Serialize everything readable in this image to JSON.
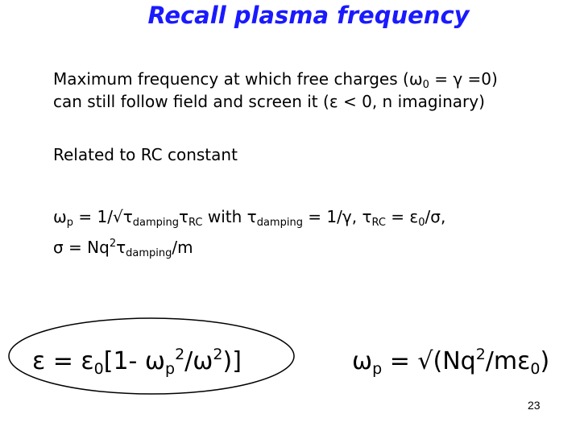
{
  "slide": {
    "title": "Recall plasma frequency",
    "line1": {
      "a": "Maximum frequency at which free charges (ω",
      "sub": "0",
      "b": " = γ =0)"
    },
    "line2": "can still follow field and screen it (ε < 0, n imaginary)",
    "line3": "Related to RC constant",
    "line4": {
      "w": "ω",
      "p": "p",
      "eq": " = 1/√τ",
      "damping1": "damping",
      "tau": "τ",
      "rc1": "RC",
      "with": "  with τ",
      "damping2": "damping",
      "mid": " = 1/γ, τ",
      "rc2": "RC",
      "eq2": " = ε",
      "zero": "0",
      "tail": "/σ,"
    },
    "line5": {
      "a": "σ = Nq",
      "two": "2",
      "tau": "τ",
      "damping": "damping",
      "tail": "/m"
    },
    "eq1": {
      "a": "ε = ε",
      "zero": "0",
      "b": "[1- ω",
      "p": "p",
      "two1": "2",
      "c": "/ω",
      "two2": "2",
      "d": ")]"
    },
    "eq2": {
      "w": "ω",
      "p": "p",
      "a": " = √(Nq",
      "two": "2",
      "b": "/mε",
      "zero": "0",
      "c": ")"
    },
    "page_number": "23"
  }
}
